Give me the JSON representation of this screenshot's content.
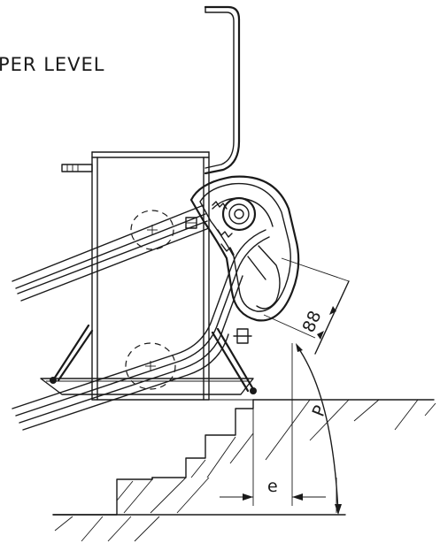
{
  "labels": {
    "level": "PER LEVEL",
    "dimension_88": "88",
    "angle_P": "P",
    "dimension_e": "e"
  }
}
